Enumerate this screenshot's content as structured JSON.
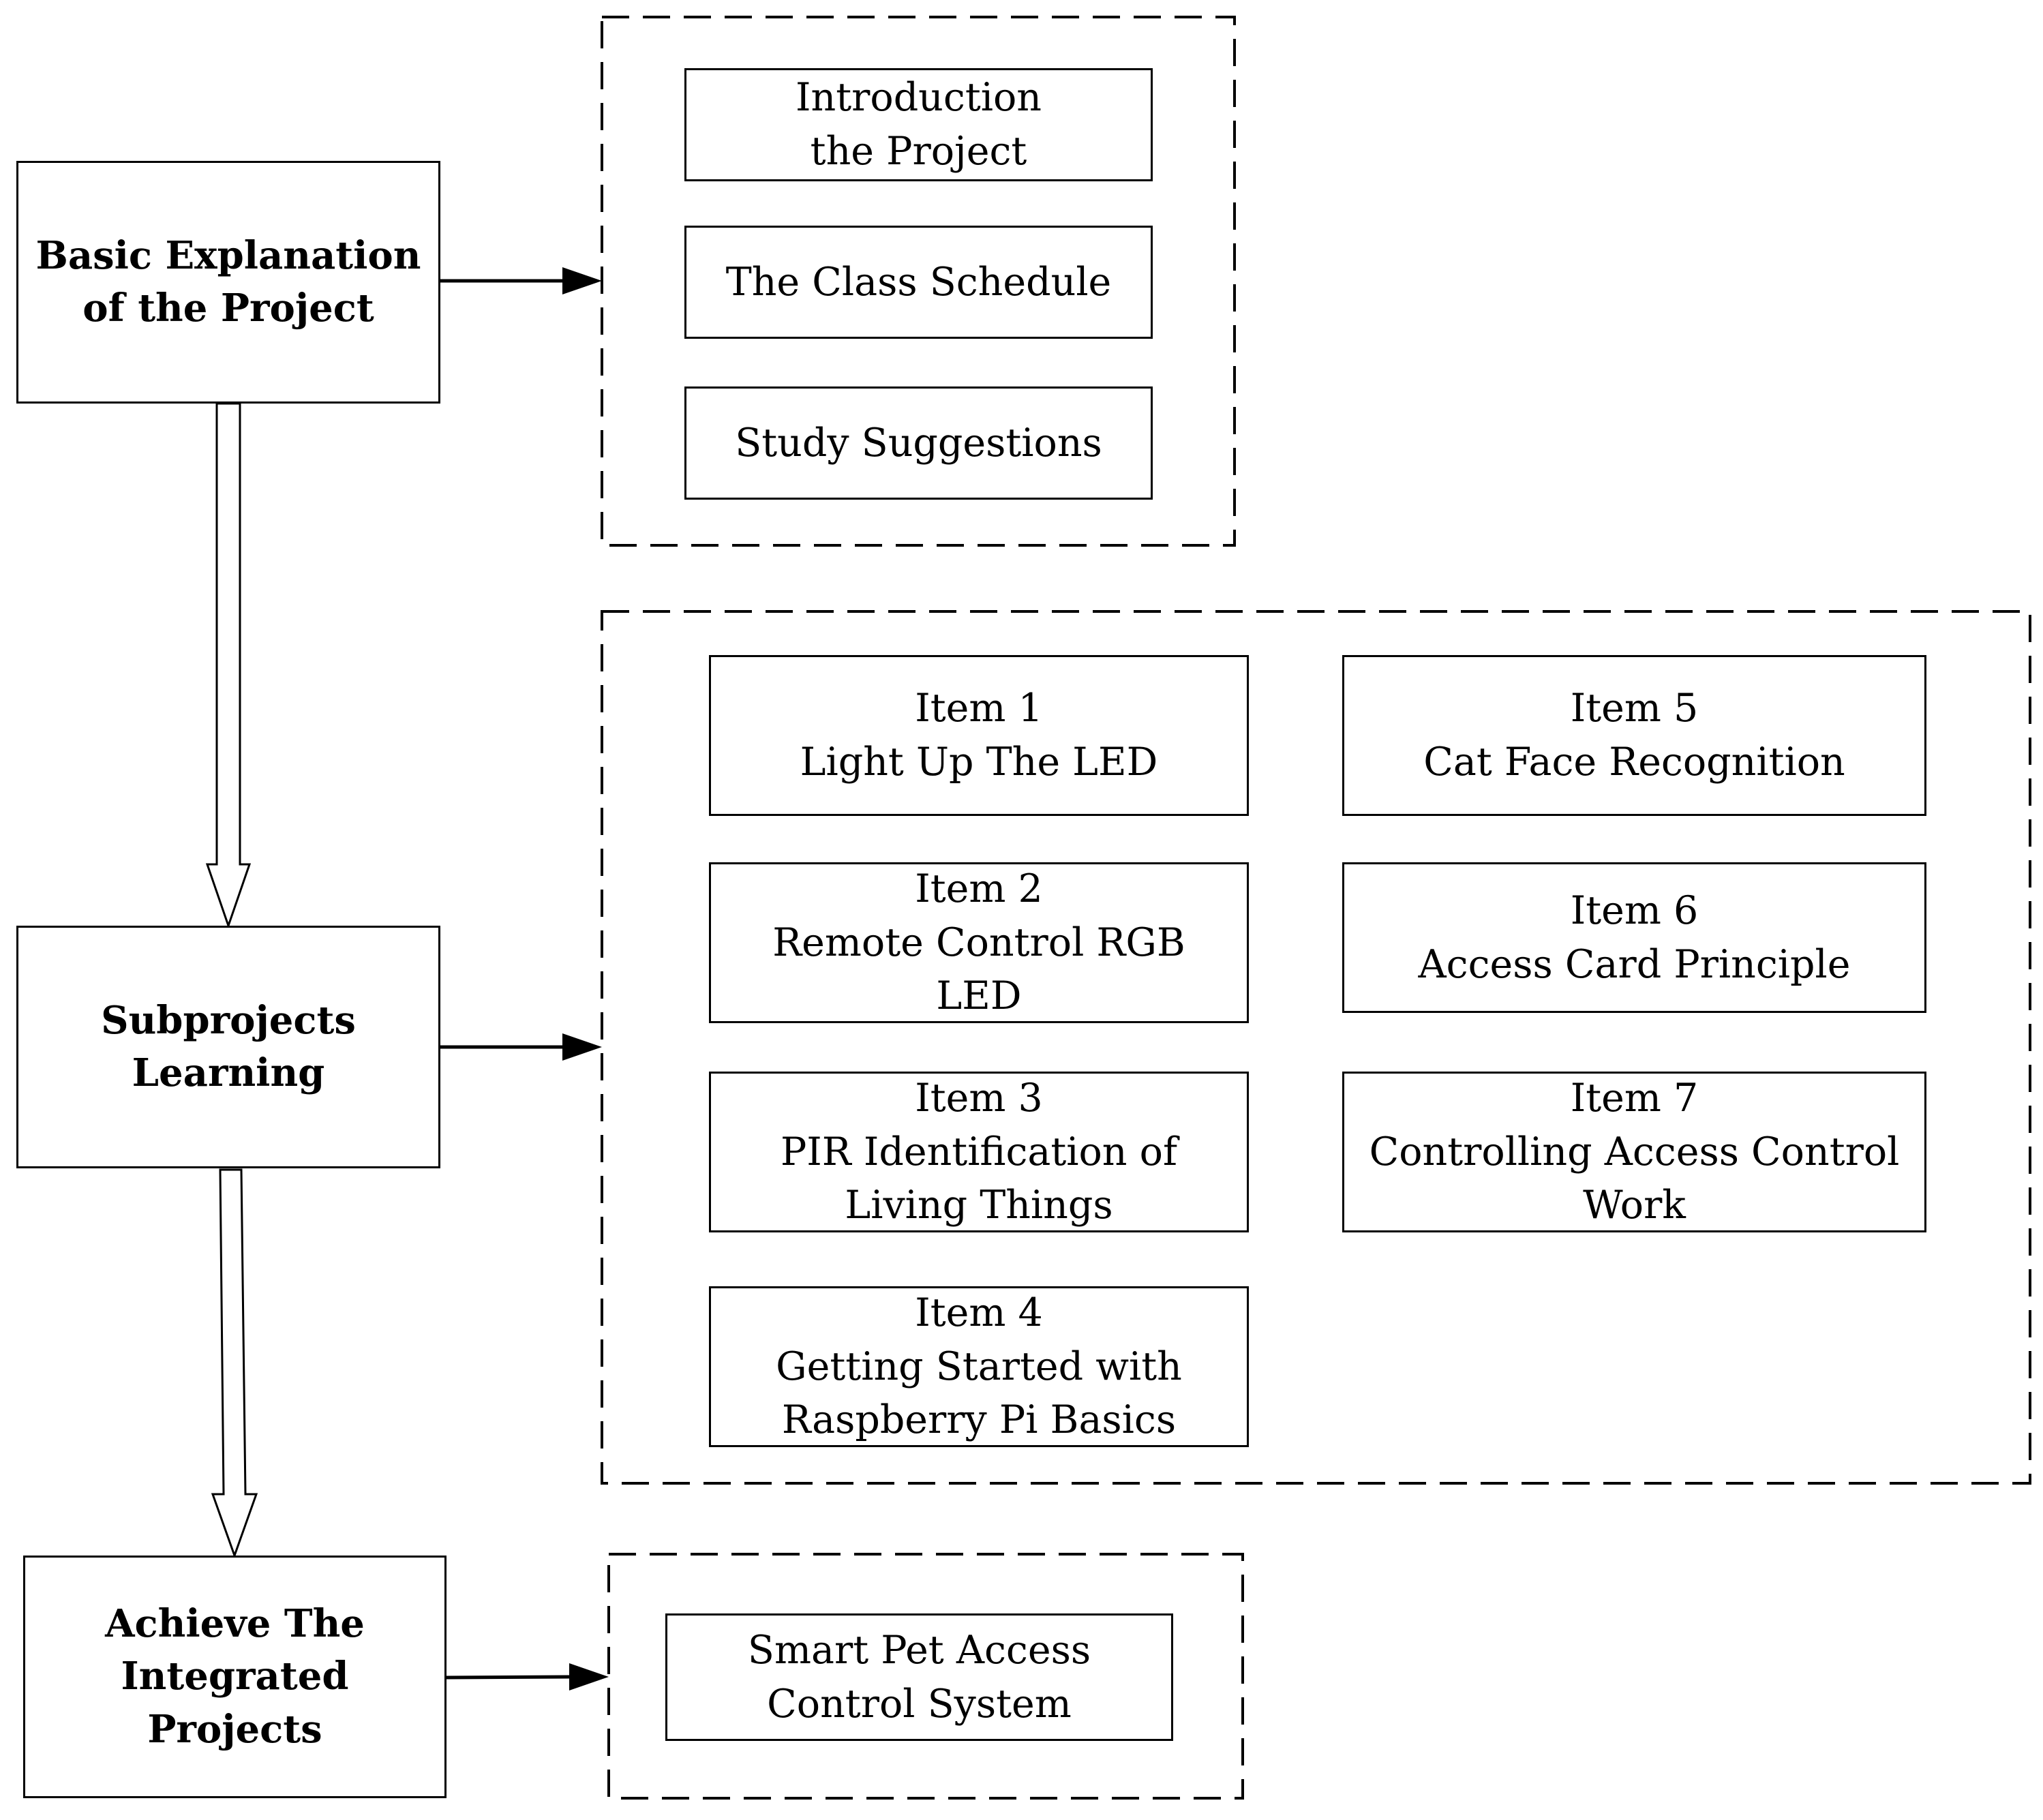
{
  "stages": [
    {
      "id": "basic",
      "label": "Basic Explanation\nof the Project"
    },
    {
      "id": "sub",
      "label": "Subprojects\nLearning"
    },
    {
      "id": "achieve",
      "label": "Achieve The\nIntegrated Projects"
    }
  ],
  "groups": {
    "basic": [
      "Introduction\nthe Project",
      "The Class Schedule",
      "Study Suggestions"
    ],
    "sub_left": [
      "Item 1\nLight Up The LED",
      "Item 2\nRemote Control RGB\nLED",
      "Item 3\nPIR Identification of\nLiving Things",
      "Item 4\nGetting Started with\nRaspberry Pi Basics"
    ],
    "sub_right": [
      "Item 5\nCat Face Recognition",
      "Item 6\nAccess Card Principle",
      "Item 7\nControlling Access Control\nWork"
    ],
    "achieve": [
      "Smart Pet Access\nControl System"
    ]
  },
  "colors": {
    "line": "#000000",
    "background": "#ffffff"
  }
}
